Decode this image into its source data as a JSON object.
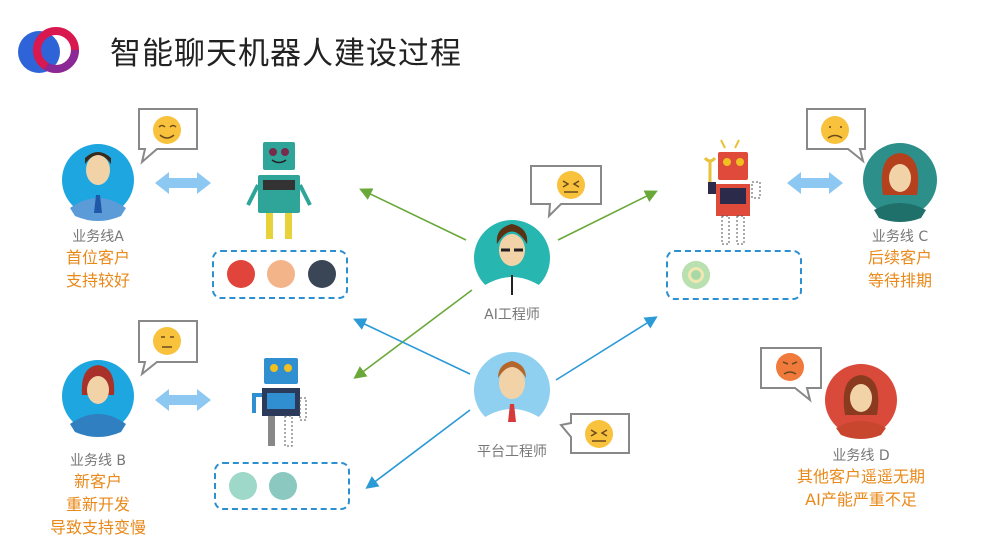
{
  "title": "智能聊天机器人建设过程",
  "business_a": {
    "name": "业务线A",
    "status": [
      "首位客户",
      "支持较好"
    ],
    "mood": "smile-emoji"
  },
  "business_b": {
    "name": "业务线 B",
    "status": [
      "新客户",
      "重新开发",
      "导致支持变慢"
    ],
    "mood": "worried-emoji"
  },
  "business_c": {
    "name": "业务线 C",
    "status": [
      "后续客户",
      "等待排期"
    ],
    "mood": "sad-tear-emoji"
  },
  "business_d": {
    "name": "业务线 D",
    "status": [
      "其他客户遥遥无期",
      "AI产能严重不足"
    ],
    "mood": "angry-emoji"
  },
  "ai_engineer": {
    "name": "AI工程师",
    "mood": "dizzy-emoji"
  },
  "platform_engineer": {
    "name": "平台工程师",
    "mood": "dizzy-emoji"
  },
  "colors": {
    "green_arrow": "#6aa83a",
    "blue_arrow": "#2b9ad6",
    "orange_text": "#e8891a",
    "dashed_box": "#2b8fd0",
    "double_arrow": "#8cc8f2"
  }
}
